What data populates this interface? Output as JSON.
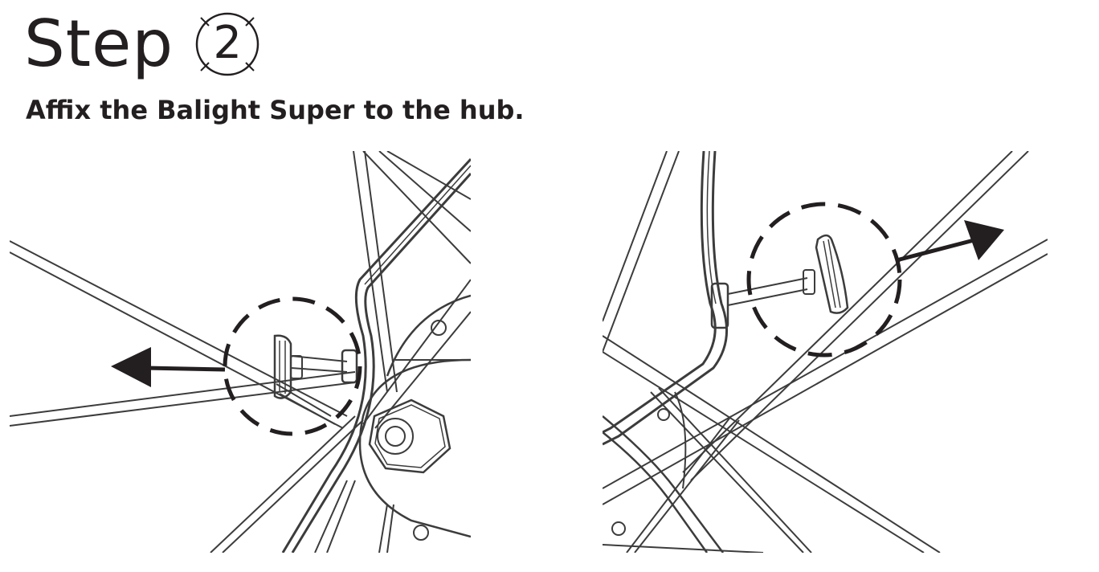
{
  "header": {
    "step_word": "Step",
    "step_number": "2"
  },
  "instruction": "Affix the Balight Super to the hub.",
  "illustrations": [
    {
      "panel": "left",
      "arrow_direction": "left"
    },
    {
      "panel": "right",
      "arrow_direction": "right"
    }
  ],
  "colors": {
    "ink": "#231f20",
    "line": "#3c3c3c",
    "background": "#ffffff"
  }
}
